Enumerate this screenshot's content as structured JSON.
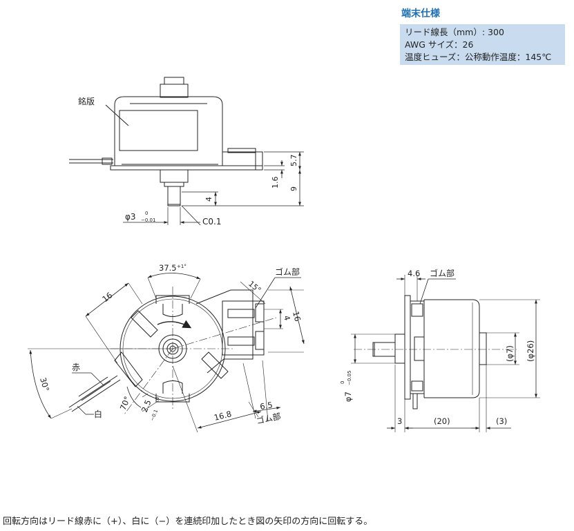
{
  "spec": {
    "title": "端末仕様",
    "rows": [
      "リード線長（mm）: 300",
      "AWG サイズ：26",
      "温度ヒューズ：公称動作温度：145℃"
    ]
  },
  "top_view": {
    "nameplate": "銘版",
    "dim_5_7": "5.7",
    "dim_1_6": "1.6",
    "dim_9": "9",
    "dim_4": "4",
    "phi3": "φ3",
    "phi3_tol_upper": "0",
    "phi3_tol_lower": "−0.01",
    "chamfer": "C0.1"
  },
  "front_view": {
    "angle_37_5": "37.5",
    "angle_37_5_tol": "+1°",
    "dim_16_left": "16",
    "dim_16_right": "16",
    "rubber_top": "ゴム部",
    "rubber_bottom": "ゴム部",
    "angle_15": "15°",
    "dim_4": "4",
    "red": "赤",
    "white": "白",
    "angle_30": "30°",
    "angle_70": "70°",
    "dim_2_5": "2.5",
    "dim_2_5_tol_upper": "0",
    "dim_2_5_tol_lower": "−0.1",
    "dim_16_8": "16.8",
    "dim_6_5": "6.5"
  },
  "side_view": {
    "dim_4_6": "4.6",
    "rubber": "ゴム部",
    "phi7_paren": "(φ7)",
    "phi26_paren": "(φ26)",
    "phi7": "φ7",
    "phi7_tol_upper": "0",
    "phi7_tol_lower": "−0.05",
    "dim_3_left": "3",
    "dim_20": "(20)",
    "dim_3_right": "(3)"
  },
  "footer": "回転方向はリード線赤に（+）、白に（−）を連続印加したとき図の矢印の方向に回転する。"
}
